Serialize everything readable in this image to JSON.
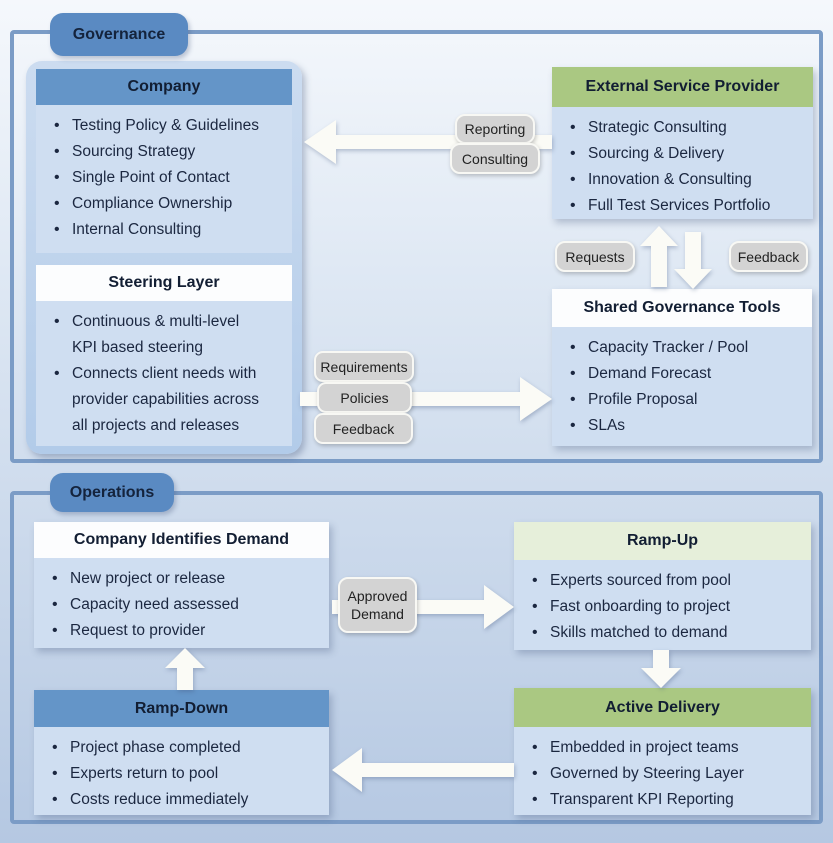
{
  "governance": {
    "tag": "Governance",
    "company": {
      "title": "Company",
      "items": [
        "Testing Policy & Guidelines",
        "Sourcing Strategy",
        "Single Point of Contact",
        "Compliance Ownership",
        "Internal Consulting"
      ]
    },
    "steering": {
      "title": "Steering Layer",
      "items": [
        "Continuous & multi-level KPI based steering",
        "Connects client needs with provider capabilities across all projects and releases"
      ]
    },
    "provider": {
      "title": "External Service Provider",
      "items": [
        "Strategic Consulting",
        "Sourcing & Delivery",
        "Innovation & Consulting",
        "Full Test Services Portfolio"
      ]
    },
    "tools": {
      "title": "Shared Governance Tools",
      "items": [
        "Capacity Tracker / Pool",
        "Demand Forecast",
        "Profile Proposal",
        "SLAs"
      ]
    },
    "labels": {
      "reporting": "Reporting",
      "consulting": "Consulting",
      "requests": "Requests",
      "feedback_right": "Feedback",
      "requirements": "Requirements",
      "policies": "Policies",
      "feedback_flow": "Feedback"
    }
  },
  "operations": {
    "tag": "Operations",
    "demand": {
      "title": "Company Identifies Demand",
      "items": [
        "New project or release",
        "Capacity need assessed",
        "Request to provider"
      ]
    },
    "rampup": {
      "title": "Ramp-Up",
      "items": [
        "Experts sourced from pool",
        "Fast onboarding to project",
        "Skills matched to demand"
      ]
    },
    "rampdown": {
      "title": "Ramp-Down",
      "items": [
        "Project phase completed",
        "Experts return to pool",
        "Costs reduce immediately"
      ]
    },
    "delivery": {
      "title": "Active Delivery",
      "items": [
        "Embedded in project teams",
        "Governed by Steering Layer",
        "Transparent KPI Reporting"
      ]
    },
    "labels": {
      "approved_demand": "Approved Demand"
    }
  },
  "colors": {
    "page_bg_top": "#f5f8fc",
    "page_bg_bottom": "#b5c8e2",
    "container_border": "#7b9cc6",
    "tag_blue": "#5a8ac2",
    "header_blue": "#6495c8",
    "header_green": "#aac882",
    "header_light_green": "#e6efda",
    "header_white": "#fcfdfe",
    "body_light_blue": "#cfdef1",
    "wrapper_blue_top": "#ccdcf0",
    "wrapper_blue_bottom": "#b2cbe9",
    "label_gray": "#d3d3d3",
    "arrow_white": "#fbfbf6",
    "text_dark": "#16233a"
  }
}
